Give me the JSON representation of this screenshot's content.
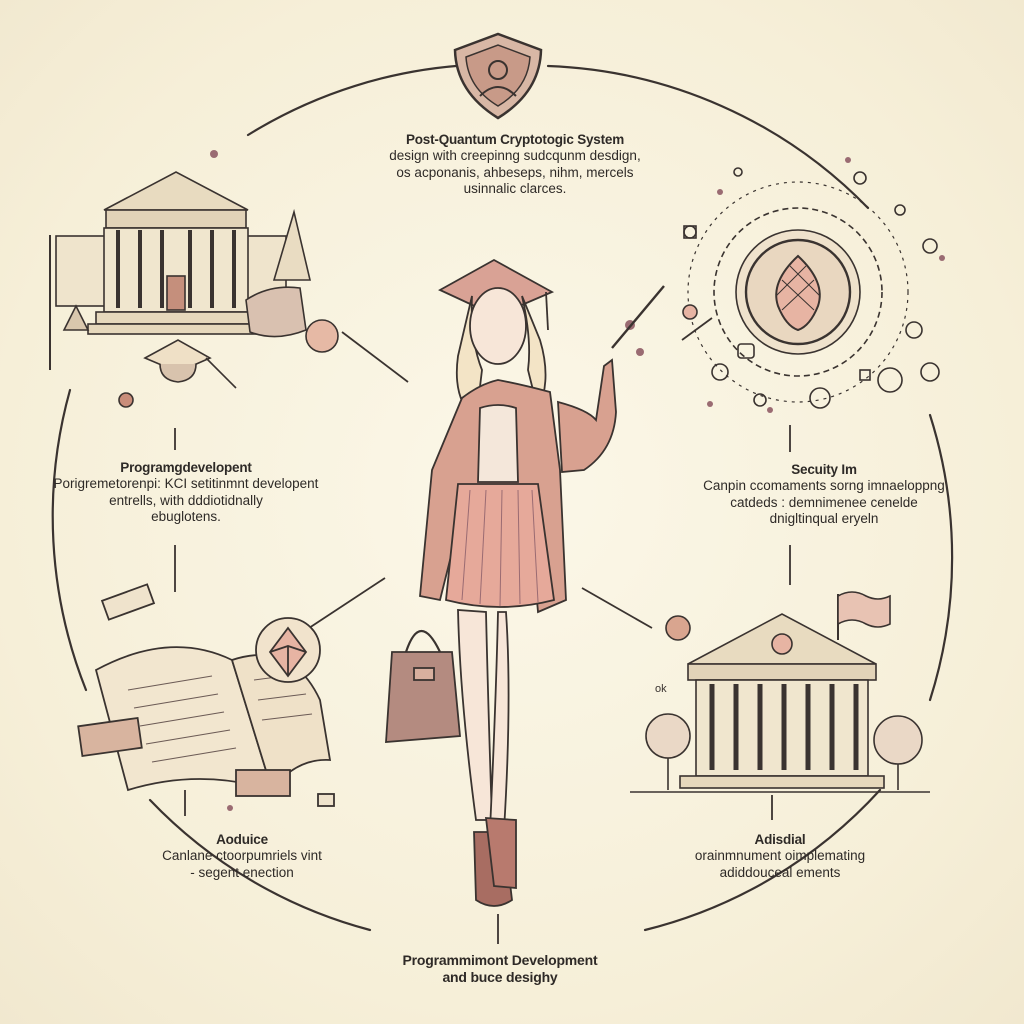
{
  "colors": {
    "background": "#f7f1dc",
    "ink": "#3a3330",
    "accent_pink": "#e7b4a3",
    "accent_brown": "#c98d7a",
    "accent_plum": "#9a6b72"
  },
  "top_block": {
    "title": "Post-Quantum Cryptotogic System",
    "lines": [
      "design with creepinng sudcqunm desdign,",
      "os acponanis, ahbeseps, nihm, mercels",
      "usinnalic clarces."
    ]
  },
  "left_block": {
    "title": "Programgdevelopent",
    "lines": [
      "Porigremetorenpi: KCI setitinmnt developent",
      "entrells, with dddiotidnally",
      "ebuglotens."
    ]
  },
  "right_block": {
    "title": "Secuity Im",
    "lines": [
      "Canpin ccomaments sorng imnaeloppng",
      "catdeds : demnimenee cenelde",
      "dnigltinqual eryeln"
    ]
  },
  "bottom_left_block": {
    "title": "Aoduice",
    "lines": [
      "Canlane ctoorpumriels vint",
      "- segent enection"
    ]
  },
  "bottom_right_block": {
    "title": "Adisdial",
    "lines": [
      "orainmnument oimplemating",
      "adiddouceal ements"
    ]
  },
  "bottom_block": {
    "lines": [
      "Programmimont Development",
      "and buce desighy"
    ]
  },
  "stray_text": {
    "ok": "ok"
  },
  "icons": [
    "shield-emblem-icon",
    "university-building-icon",
    "graduation-cap-icon",
    "quantum-orb-icon",
    "open-book-icon",
    "crystal-icon",
    "courthouse-icon",
    "flag-icon",
    "student-figure"
  ]
}
